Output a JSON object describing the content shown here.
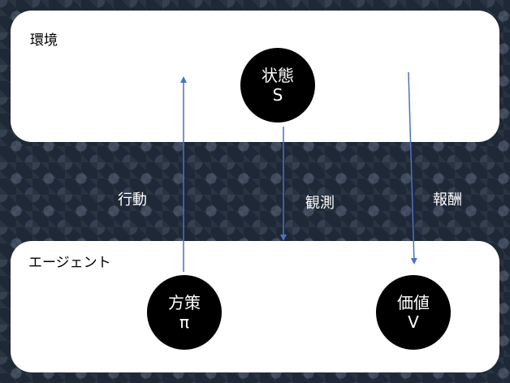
{
  "environment": {
    "title": "環境"
  },
  "agent": {
    "title": "エージェント"
  },
  "state": {
    "name": "状態",
    "symbol": "S"
  },
  "policy": {
    "name": "方策",
    "symbol": "π"
  },
  "value": {
    "name": "価値",
    "symbol": "V"
  },
  "edges": {
    "action": "行動",
    "observation": "観測",
    "reward": "報酬"
  },
  "colors": {
    "panel": "#ffffff",
    "node": "#000000",
    "arrow": "#4a72c4",
    "label": "#ffffff"
  }
}
